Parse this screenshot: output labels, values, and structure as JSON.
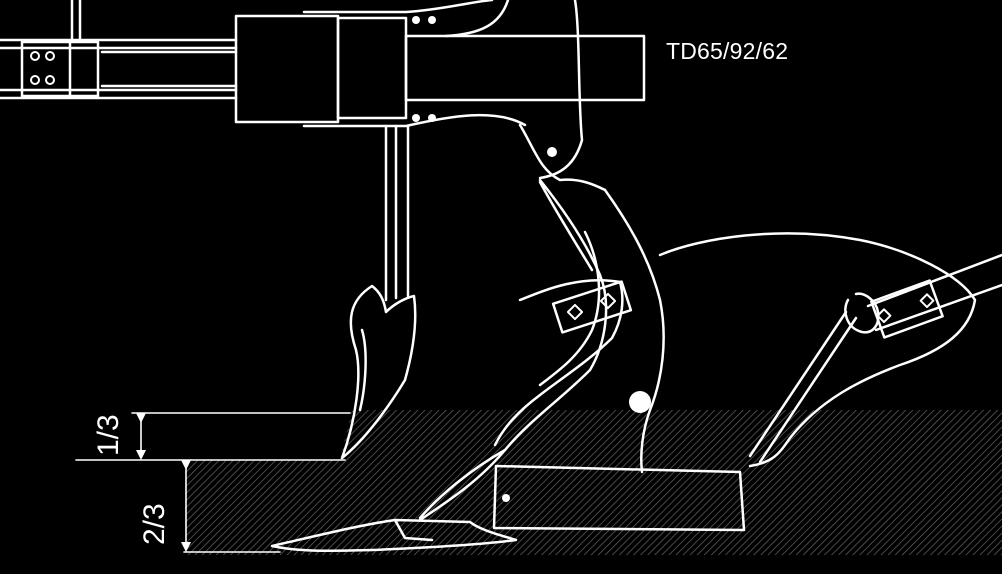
{
  "diagram": {
    "model_label": "TD65/92/62",
    "depth_marks": {
      "upper_fraction": "1/3",
      "lower_fraction": "2/3"
    },
    "colors": {
      "background": "#000000",
      "line": "#ffffff",
      "soil_hatch": "#5a5a5a"
    }
  }
}
